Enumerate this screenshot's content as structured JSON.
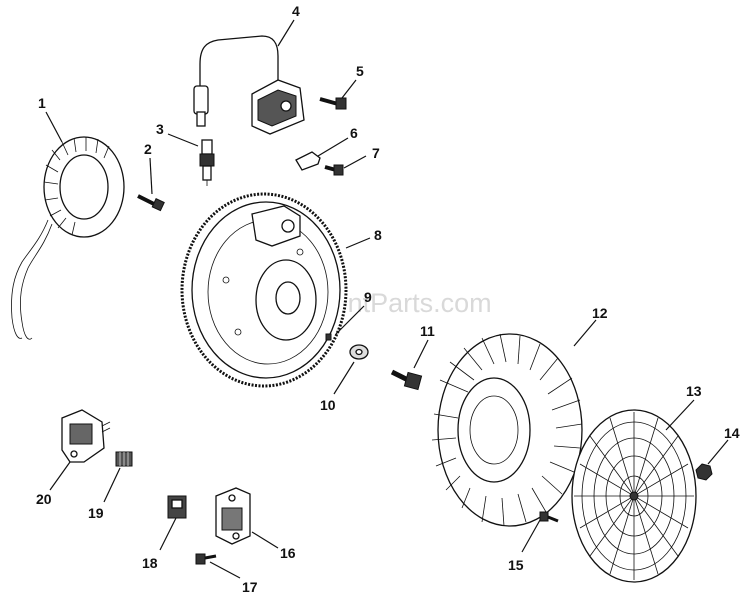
{
  "watermark": "eReplacementParts.com",
  "callouts": [
    {
      "id": "1"
    },
    {
      "id": "2"
    },
    {
      "id": "3"
    },
    {
      "id": "4"
    },
    {
      "id": "5"
    },
    {
      "id": "6"
    },
    {
      "id": "7"
    },
    {
      "id": "8"
    },
    {
      "id": "9"
    },
    {
      "id": "10"
    },
    {
      "id": "11"
    },
    {
      "id": "12"
    },
    {
      "id": "13"
    },
    {
      "id": "14"
    },
    {
      "id": "15"
    },
    {
      "id": "16"
    },
    {
      "id": "17"
    },
    {
      "id": "18"
    },
    {
      "id": "19"
    },
    {
      "id": "20"
    }
  ]
}
